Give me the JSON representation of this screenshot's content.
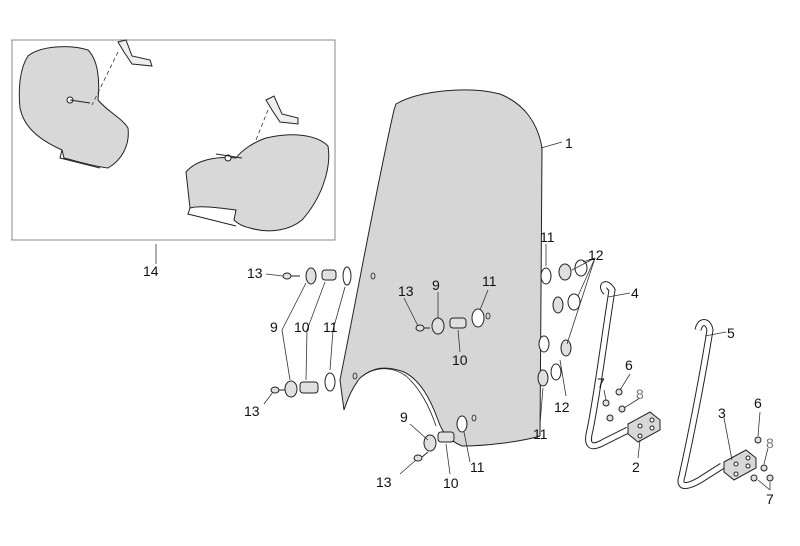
{
  "callouts": {
    "c1": "1",
    "c2": "2",
    "c3": "3",
    "c4": "4",
    "c5": "5",
    "c6a": "6",
    "c6b": "6",
    "c7a": "7",
    "c7b": "7",
    "c8a": "8",
    "c8b": "8",
    "c9a": "9",
    "c9b": "9",
    "c9c": "9",
    "c10a": "10",
    "c10b": "10",
    "c10c": "10",
    "c11a": "11",
    "c11b": "11",
    "c11c": "11",
    "c11d": "11",
    "c11e": "11",
    "c12a": "12",
    "c12b": "12",
    "c13a": "13",
    "c13b": "13",
    "c13c": "13",
    "c13d": "13",
    "c14": "14"
  },
  "colors": {
    "outline": "#222222",
    "part_fill": "#d8d8d8",
    "windshield_fill": "#d6d6d6",
    "leader": "#333333"
  }
}
